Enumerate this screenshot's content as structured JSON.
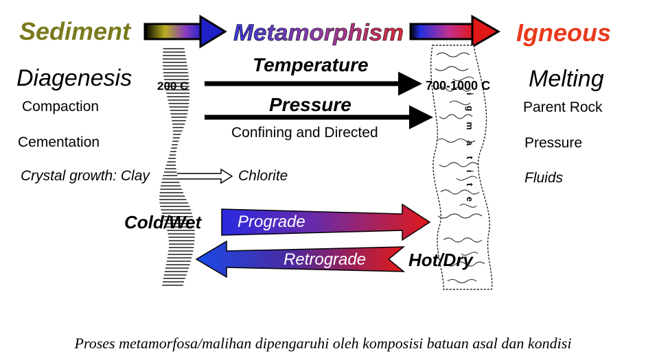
{
  "headers": {
    "sediment": "Sediment",
    "metamorphism": "Metamorphism",
    "igneous": "Igneous"
  },
  "sediment_col": {
    "title": "Diagenesis",
    "items": [
      "Compaction",
      "Cementation",
      "Crystal growth: Clay"
    ],
    "product": "Chlorite"
  },
  "igneous_col": {
    "title": "Melting",
    "items": [
      "Parent Rock",
      "Pressure",
      "Fluids"
    ]
  },
  "center": {
    "temp_low": "200 C",
    "temp_high": "700-1000 C",
    "temperature": "Temperature",
    "pressure": "Pressure",
    "pressure_sub": "Confining and Directed"
  },
  "arrows": {
    "prograde": "Prograde",
    "retrograde": "Retrograde",
    "cold_wet": "Cold/Wet",
    "hot_dry": "Hot/Dry"
  },
  "migmatite_letters": "i g m a t i t e",
  "caption": "Proses metamorfosa/malihan dipengaruhi oleh komposisi batuan asal dan kondisi",
  "colors": {
    "sediment": "#7a7a1e",
    "igneous": "#e8391b",
    "meta_blue": "#3b3bd6",
    "meta_red": "#d62a3a",
    "prograde_start": "#2a2ae0",
    "prograde_end": "#e01a1a"
  }
}
